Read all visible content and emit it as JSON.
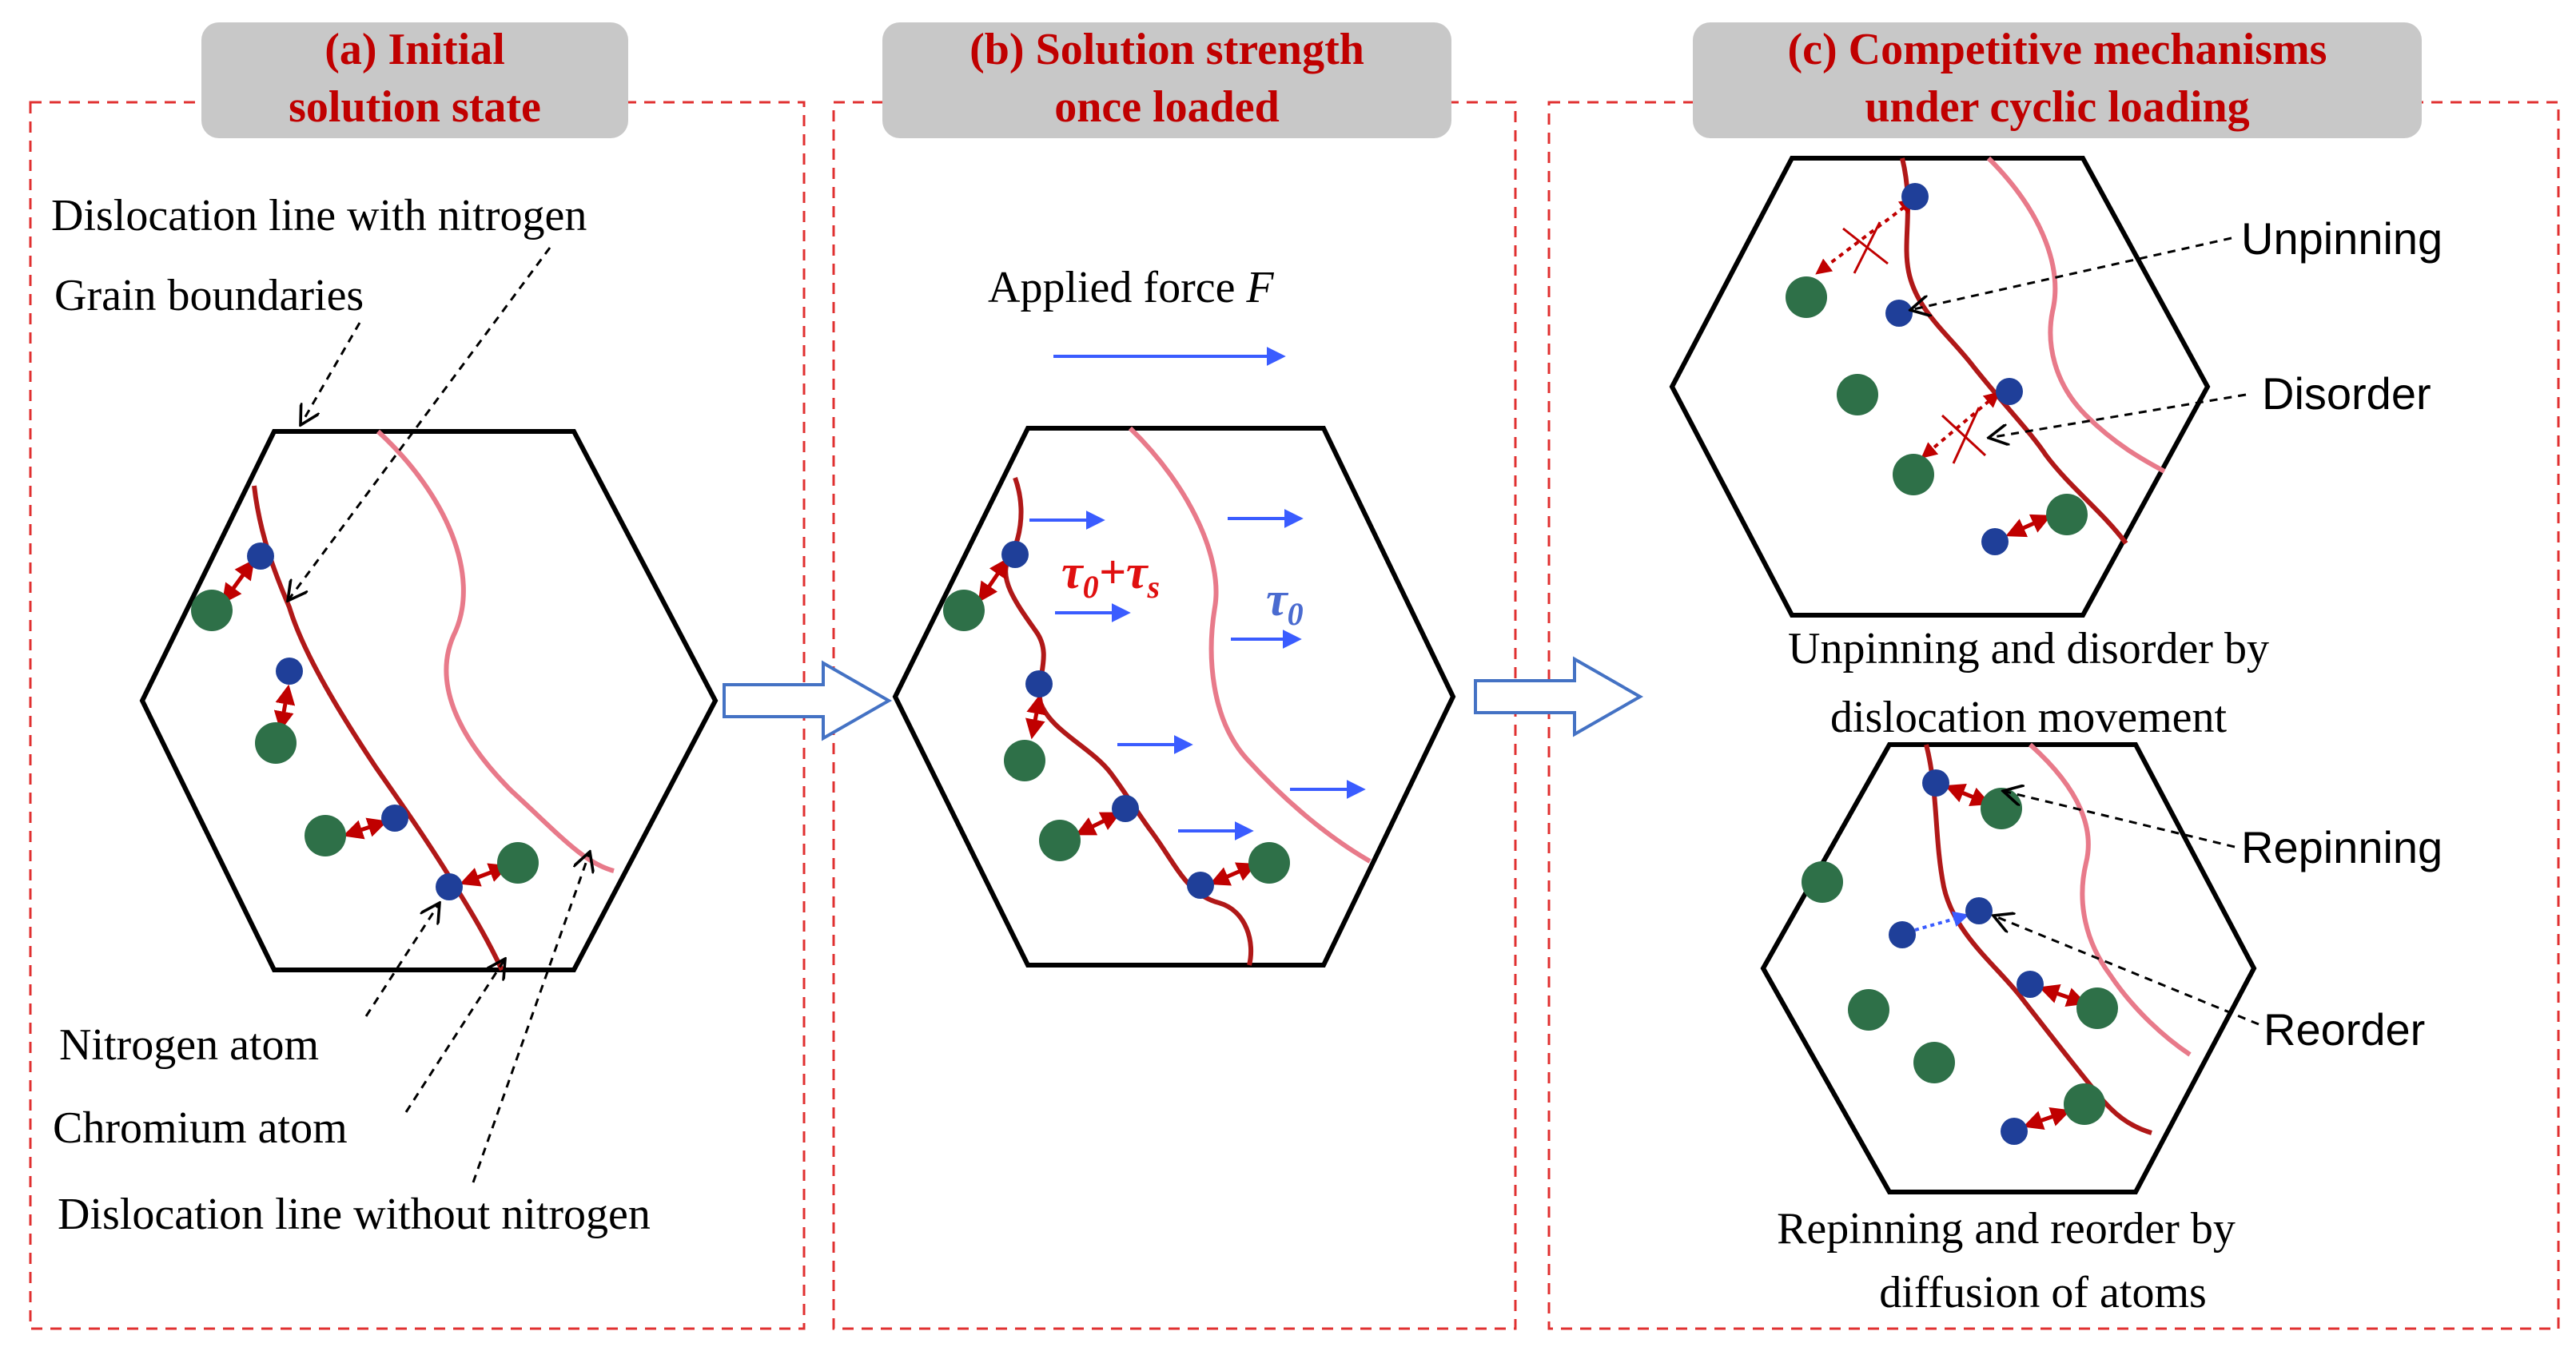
{
  "panels": {
    "a": {
      "title_line1": "(a) Initial",
      "title_line2": "solution state"
    },
    "b": {
      "title_line1": "(b) Solution strength",
      "title_line2": "once loaded"
    },
    "c": {
      "title_line1": "(c) Competitive mechanisms",
      "title_line2": "under cyclic loading"
    }
  },
  "labels_a": {
    "dislocation_with_nitrogen": "Dislocation line with nitrogen",
    "grain_boundaries": "Grain boundaries",
    "nitrogen_atom": "Nitrogen atom",
    "chromium_atom": "Chromium atom",
    "dislocation_without_nitrogen": "Dislocation line without nitrogen"
  },
  "labels_b": {
    "applied_force": "Applied force ",
    "applied_force_symbol": "F",
    "tau0_ts_a": "τ",
    "tau0_ts_b": "0",
    "tau0_ts_c": "+τ",
    "tau0_ts_d": "s",
    "tau0_a": "τ",
    "tau0_b": "0"
  },
  "labels_c": {
    "unpinning": "Unpinning",
    "disorder": "Disorder",
    "repinning": "Repinning",
    "reorder": "Reorder",
    "caption_top_line1": "Unpinning and disorder by",
    "caption_top_line2": "dislocation movement",
    "caption_bottom_line1": "Repinning and reorder by",
    "caption_bottom_line2": "diffusion of atoms"
  },
  "colors": {
    "title_text": "#c00000",
    "title_box": "#c8c8c8",
    "dashed_border": "#e03030",
    "dislocation": "#b01818",
    "grain_boundary": "#e87a8a",
    "nitrogen": "#1f3f99",
    "chromium": "#2e7048",
    "force_arrow": "#3a5cff",
    "tau0_text": "#4a6bd0",
    "tau_s_text": "#e01010",
    "bond_arrow": "#c00000",
    "block_arrow": "#4472c4"
  }
}
